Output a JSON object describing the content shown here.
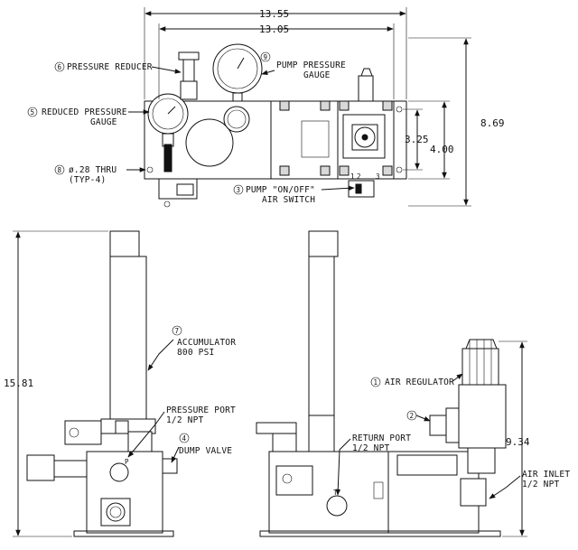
{
  "dimensions": {
    "overall_width": "13.55",
    "inner_width": "13.05",
    "overall_height": "8.69",
    "hole_spacing_a": "3.25",
    "hole_spacing_b": "4.00",
    "side_height": "15.81",
    "regulator_height": "9.34"
  },
  "callouts": [
    {
      "num": "6",
      "text": [
        "PRESSURE REDUCER"
      ]
    },
    {
      "num": "9",
      "text": [
        "PUMP PRESSURE",
        "GAUGE"
      ]
    },
    {
      "num": "5",
      "text": [
        "REDUCED PRESSURE",
        "GAUGE"
      ]
    },
    {
      "num": "8",
      "text": [
        "ø.28 THRU",
        "(TYP-4)"
      ]
    },
    {
      "num": "3",
      "text": [
        "PUMP \"ON/OFF\"",
        "AIR SWITCH"
      ]
    },
    {
      "num": "7",
      "text": [
        "ACCUMULATOR",
        "800 PSI"
      ]
    },
    {
      "num": "4",
      "text": [
        "DUMP VALVE"
      ]
    },
    {
      "num": "1",
      "text": [
        "AIR REGULATOR"
      ]
    },
    {
      "num": "2",
      "text": []
    }
  ],
  "notes": {
    "pressure_port": [
      "PRESSURE PORT",
      "1/2 NPT"
    ],
    "return_port": [
      "RETURN PORT",
      "1/2 NPT"
    ],
    "air_inlet": [
      "AIR INLET",
      "1/2 NPT"
    ]
  },
  "switch_marks": [
    "1",
    "2",
    "3"
  ],
  "port_marks": {
    "pressure": "P",
    "return": "T"
  }
}
